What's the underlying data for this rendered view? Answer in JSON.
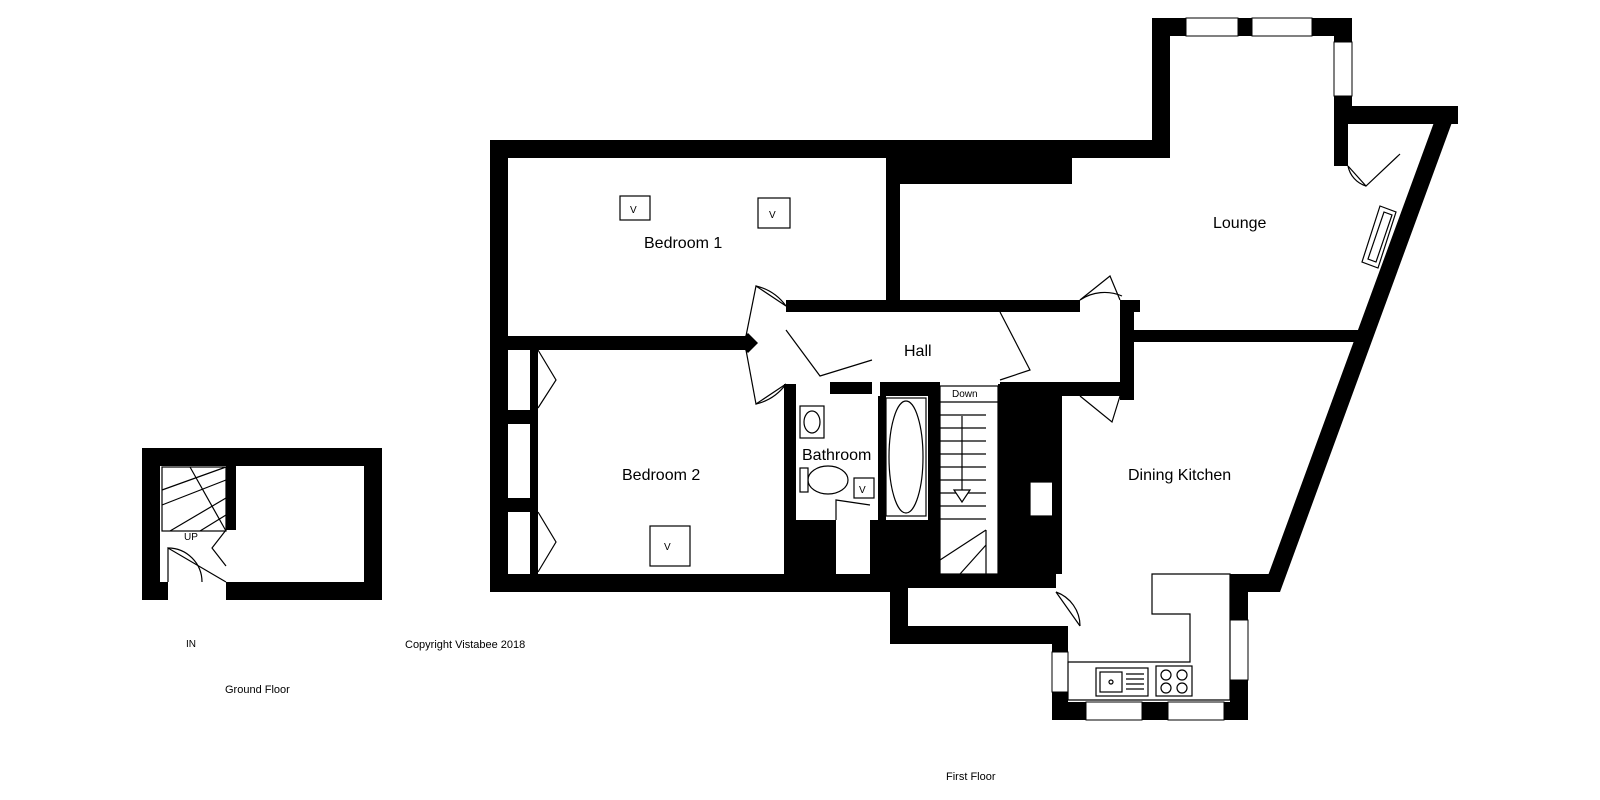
{
  "rooms": {
    "bedroom1": "Bedroom 1",
    "bedroom2": "Bedroom 2",
    "lounge": "Lounge",
    "hall": "Hall",
    "bathroom": "Bathroom",
    "dining_kitchen": "Dining Kitchen"
  },
  "markers": {
    "vent": "V",
    "stairs_down": "Down",
    "stairs_up": "UP",
    "entrance": "IN"
  },
  "captions": {
    "ground_floor": "Ground Floor",
    "first_floor": "First Floor",
    "copyright": "Copyright Vistabee 2018"
  }
}
